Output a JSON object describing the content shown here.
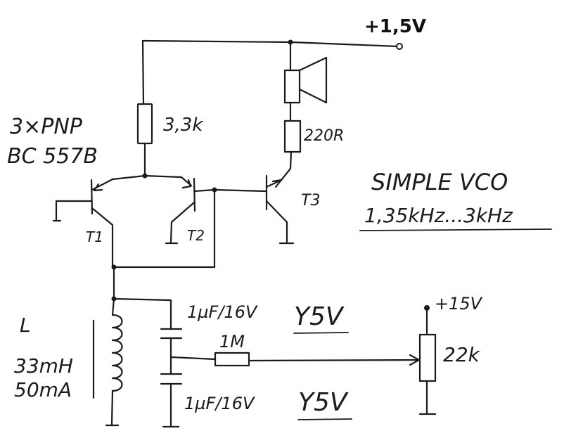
{
  "supply_top": "+1,5V",
  "supply_pot": "+15V",
  "transistor_type_line1": "3×PNP",
  "transistor_type_line2": "BC 557B",
  "r1_value": "3,3k",
  "r2_value": "220R",
  "title_line1": "SIMPLE VCO",
  "title_line2": "1,35kHz...3kHz",
  "t1": "T1",
  "t2": "T2",
  "t3": "T3",
  "inductor_name": "L",
  "inductor_value": "33mH",
  "inductor_current": "50mA",
  "cap1_value": "1µF/16V",
  "cap1_dielectric": "Y5V",
  "cap2_value": "1µF/16V",
  "cap2_dielectric": "Y5V",
  "r3_value": "1M",
  "pot_value": "22k"
}
